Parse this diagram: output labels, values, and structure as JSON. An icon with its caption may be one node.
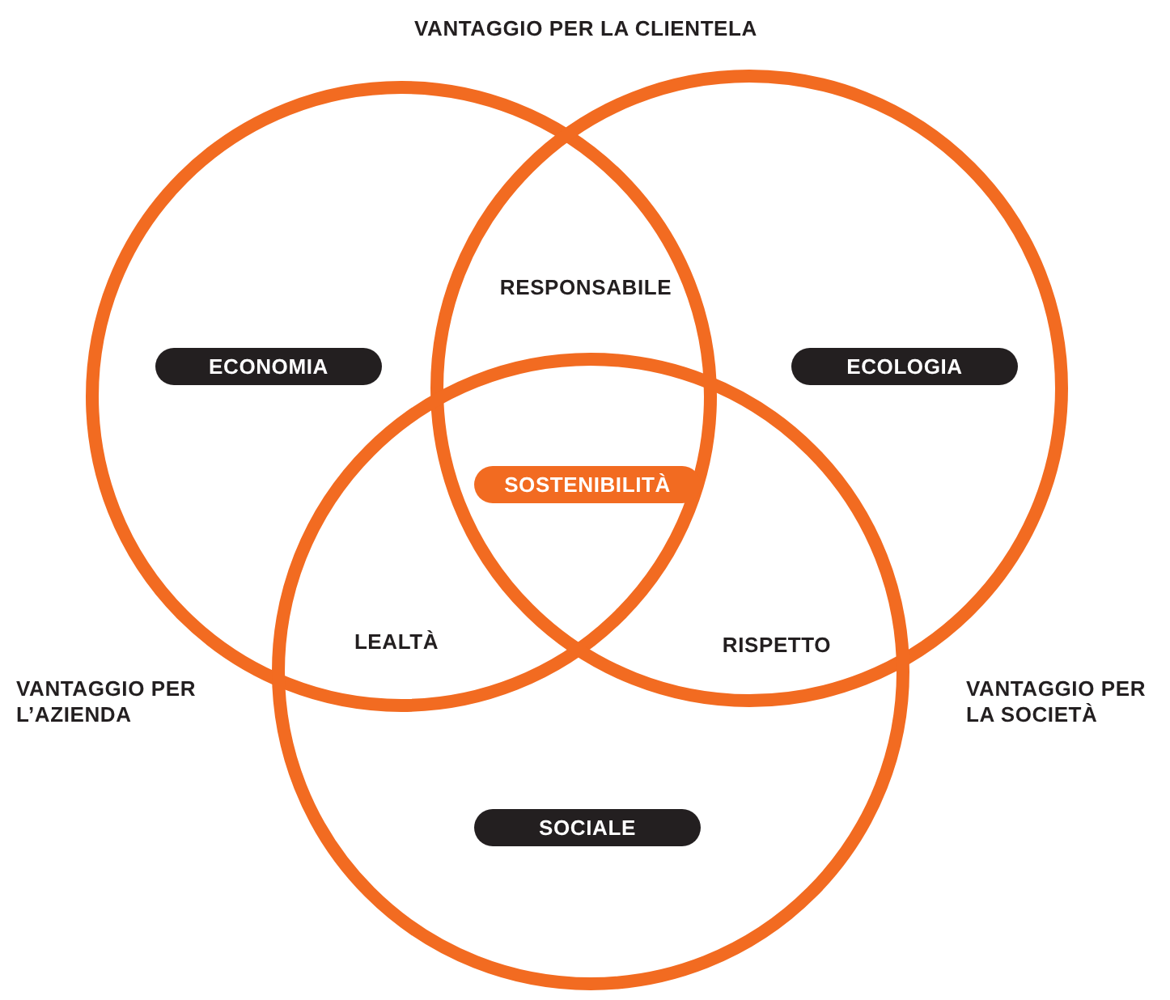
{
  "diagram": {
    "nodes": [
      {
        "text": [],
        "shape": "circle"
      },
      {
        "text": [],
        "shape": "circle"
      },
      {
        "text": [],
        "shape": "circle"
      },
      {
        "text": [
          "ECONOMIA"
        ],
        "in": 0
      },
      {
        "text": [
          "ECOLOGIA"
        ],
        "in": 1
      },
      {
        "text": [
          "SOSTENIBILITÀ"
        ]
      },
      {
        "text": [
          "SOCIALE"
        ],
        "in": 2
      }
    ],
    "edges": [],
    "labels": [
      "VANTAGGIO PER LA CLIENTELA",
      "RESPONSABILE",
      "LEALTÀ",
      "RISPETTO",
      "VANTAGGIO PER L’AZIENDA",
      "VANTAGGIO PER LA SOCIETÀ"
    ]
  }
}
